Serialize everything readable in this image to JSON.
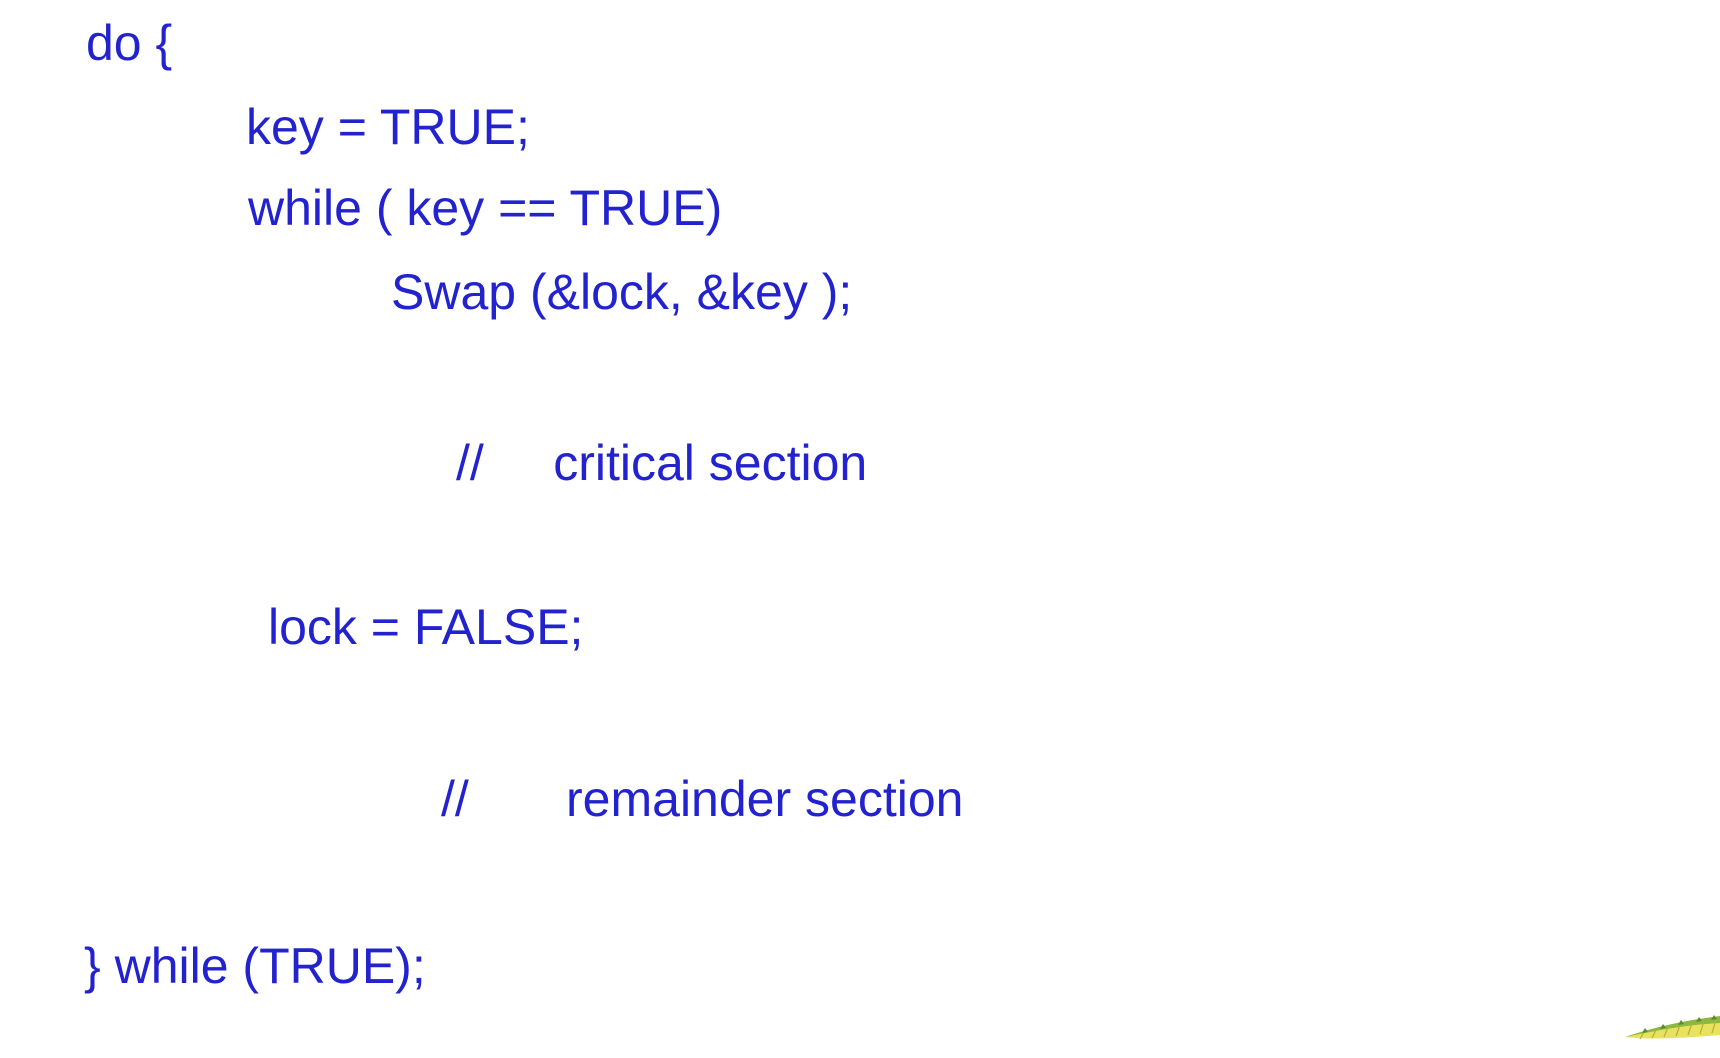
{
  "slide": {
    "background_color": "#ffffff",
    "text_color": "#2222cf",
    "code_lines": [
      {
        "id": "do-open",
        "text": "do {"
      },
      {
        "id": "key-assign",
        "text": "key = TRUE;"
      },
      {
        "id": "while-key",
        "text": "while ( key == TRUE)"
      },
      {
        "id": "swap-call",
        "text": "Swap (&lock, &key );"
      },
      {
        "id": "critical-comment",
        "text": "//     critical section"
      },
      {
        "id": "lock-assign",
        "text": "lock = FALSE;"
      },
      {
        "id": "remainder-comment",
        "text": "//       remainder section"
      },
      {
        "id": "do-while-close",
        "text": "} while (TRUE);"
      }
    ],
    "artwork": {
      "name": "dinosaur-tail",
      "colors": {
        "body": "#e8e25e",
        "top": "#8cb83f",
        "spikes": "#5d8a2a",
        "hatch": "#b5ae3c"
      }
    }
  }
}
